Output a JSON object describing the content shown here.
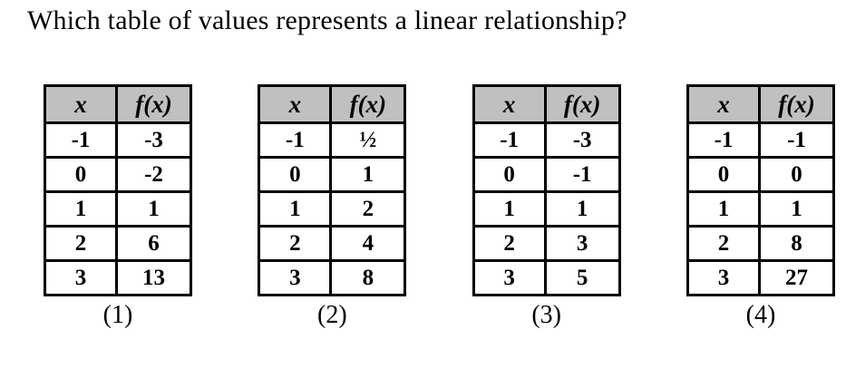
{
  "title": "Which table of values represents a linear relationship?",
  "colors": {
    "header_bg": "#c0c0c0",
    "border": "#000000",
    "background": "#ffffff",
    "text": "#000000"
  },
  "columns": {
    "x_label": "x",
    "fx_label": "f(x)"
  },
  "tables": [
    {
      "caption": "(1)",
      "rows": [
        {
          "x": "-1",
          "fx": "-3"
        },
        {
          "x": "0",
          "fx": "-2"
        },
        {
          "x": "1",
          "fx": "1"
        },
        {
          "x": "2",
          "fx": "6"
        },
        {
          "x": "3",
          "fx": "13"
        }
      ]
    },
    {
      "caption": "(2)",
      "rows": [
        {
          "x": "-1",
          "fx": "½"
        },
        {
          "x": "0",
          "fx": "1"
        },
        {
          "x": "1",
          "fx": "2"
        },
        {
          "x": "2",
          "fx": "4"
        },
        {
          "x": "3",
          "fx": "8"
        }
      ]
    },
    {
      "caption": "(3)",
      "rows": [
        {
          "x": "-1",
          "fx": "-3"
        },
        {
          "x": "0",
          "fx": "-1"
        },
        {
          "x": "1",
          "fx": "1"
        },
        {
          "x": "2",
          "fx": "3"
        },
        {
          "x": "3",
          "fx": "5"
        }
      ]
    },
    {
      "caption": "(4)",
      "rows": [
        {
          "x": "-1",
          "fx": "-1"
        },
        {
          "x": "0",
          "fx": "0"
        },
        {
          "x": "1",
          "fx": "1"
        },
        {
          "x": "2",
          "fx": "8"
        },
        {
          "x": "3",
          "fx": "27"
        }
      ]
    }
  ]
}
